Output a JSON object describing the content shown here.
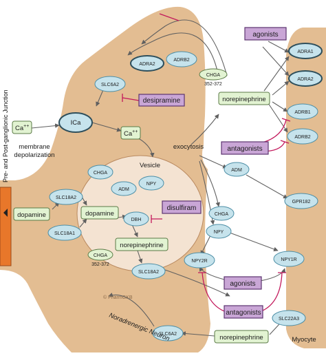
{
  "side_label": "Pre- and Post-ganglionic Junction",
  "neuron_label": "Noradrenergic Neuron",
  "myocyte_label": "Myocyte",
  "vesicle_label": "Vesicle",
  "watermark": "© PharmGKB",
  "colors": {
    "cell_fill": "#e3bd92",
    "vesicle_fill": "#f4e3d2",
    "gene_fill": "#c6e3ec",
    "gene_stroke": "#4c8ea6",
    "metabolite_fill": "#e2f3d2",
    "drug_fill": "#c9a6d6",
    "drug_stroke": "#5c3470",
    "inhibit": "#c2185b",
    "arrow": "#606060"
  },
  "nodes": {
    "ca_out": "Ca",
    "ca_out_sup": "++",
    "ica": "ICa",
    "ca_in": "Ca",
    "ca_in_sup": "++",
    "membrane_line1": "membrane",
    "membrane_line2": "depolarization",
    "slc6a2_top": "SLC6A2",
    "adra2_pre": "ADRA2",
    "adrb2_pre": "ADRB2",
    "desipramine": "desipramine",
    "chga_top": "CHGA",
    "chga_top_sub": "352-372",
    "norepinephrine_top": "norepinephrine",
    "agonists_top": "agonists",
    "adra1": "ADRA1",
    "adra2_post": "ADRA2",
    "adrb1": "ADRB1",
    "adrb2_post": "ADRB2",
    "antagonists_top": "antagonists",
    "exocytosis": "exocytosis",
    "adm_out": "ADM",
    "gpr182": "GPR182",
    "chga_out": "CHGA",
    "npy_out": "NPY",
    "npy2r": "NPY2R",
    "npy1r": "NPY1R",
    "agonists_bottom": "agonists",
    "antagonists_bottom": "antagonists",
    "slc22a3": "SLC22A3",
    "slc6a2_bottom": "SLC6A2",
    "norepinephrine_bottom": "norepinephrine",
    "chga_ves": "CHGA",
    "adm_ves": "ADM",
    "npy_ves": "NPY",
    "slc18a2_left": "SLC18A2",
    "slc18a1": "SLC18A1",
    "dopamine_left": "dopamine",
    "dopamine_ves": "dopamine",
    "disulfiram": "disulfiram",
    "dbh": "DBH",
    "norepinephrine_ves": "norepinephrine",
    "chga_ves2": "CHGA",
    "chga_ves2_sub": "352-372",
    "slc18a2_bottom": "SLC18A2"
  }
}
